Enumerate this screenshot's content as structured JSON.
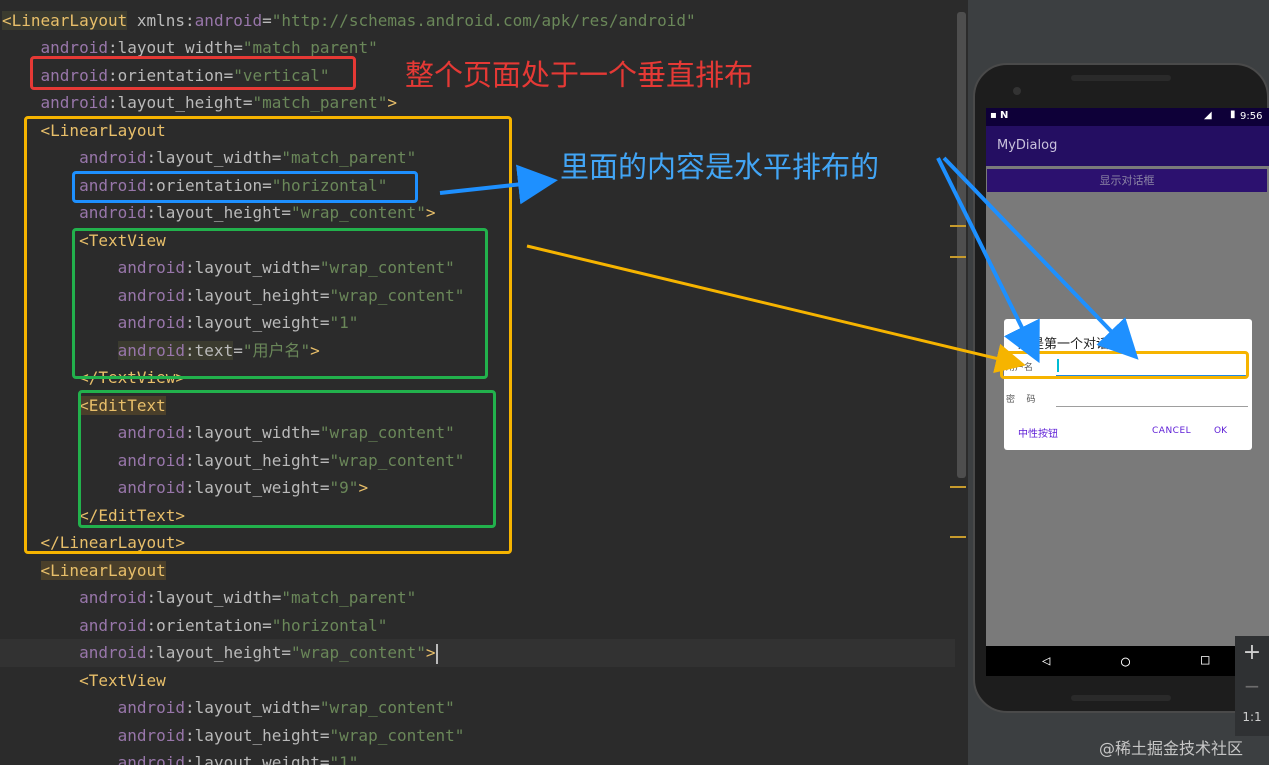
{
  "editor": {
    "lines": [
      {
        "indent": "",
        "open": "<LinearLayout",
        "rest_ns": "",
        "rest_attr": "",
        "plain": " xmlns:",
        "ns2": "android",
        "eq": "=",
        "val": "\"http://schemas.android.com/apk/res/android\"",
        "close": ""
      },
      {
        "indent": "    ",
        "ns": "android",
        "attr": ":layout_width",
        "eq": "=",
        "val": "\"match_parent\""
      },
      {
        "indent": "    ",
        "ns": "android",
        "attr": ":orientation",
        "eq": "=",
        "val": "\"vertical\""
      },
      {
        "indent": "    ",
        "ns": "android",
        "attr": ":layout_height",
        "eq": "=",
        "val": "\"match_parent\"",
        "close": ">"
      },
      {
        "indent": "    ",
        "tag": "<LinearLayout"
      },
      {
        "indent": "        ",
        "ns": "android",
        "attr": ":layout_width",
        "eq": "=",
        "val": "\"match_parent\""
      },
      {
        "indent": "        ",
        "ns": "android",
        "attr": ":orientation",
        "eq": "=",
        "val": "\"horizontal\""
      },
      {
        "indent": "        ",
        "ns": "android",
        "attr": ":layout_height",
        "eq": "=",
        "val": "\"wrap_content\"",
        "close": ">"
      },
      {
        "indent": "        ",
        "tag": "<TextView"
      },
      {
        "indent": "            ",
        "ns": "android",
        "attr": ":layout_width",
        "eq": "=",
        "val": "\"wrap_content\""
      },
      {
        "indent": "            ",
        "ns": "android",
        "attr": ":layout_height",
        "eq": "=",
        "val": "\"wrap_content\""
      },
      {
        "indent": "            ",
        "ns": "android",
        "attr": ":layout_weight",
        "eq": "=",
        "val": "\"1\""
      },
      {
        "indent": "            ",
        "ns": "android",
        "attr": ":text",
        "eq": "=",
        "val": "\"用户名\"",
        "close": ">"
      },
      {
        "indent": "        ",
        "tag": "</TextView>"
      },
      {
        "indent": "        ",
        "tag": "<EditText"
      },
      {
        "indent": "            ",
        "ns": "android",
        "attr": ":layout_width",
        "eq": "=",
        "val": "\"wrap_content\""
      },
      {
        "indent": "            ",
        "ns": "android",
        "attr": ":layout_height",
        "eq": "=",
        "val": "\"wrap_content\""
      },
      {
        "indent": "            ",
        "ns": "android",
        "attr": ":layout_weight",
        "eq": "=",
        "val": "\"9\"",
        "close": ">"
      },
      {
        "indent": "        ",
        "tag": "</EditText>"
      },
      {
        "indent": "    ",
        "tag": "</LinearLayout>"
      },
      {
        "indent": "    ",
        "tag": "<LinearLayout"
      },
      {
        "indent": "        ",
        "ns": "android",
        "attr": ":layout_width",
        "eq": "=",
        "val": "\"match_parent\""
      },
      {
        "indent": "        ",
        "ns": "android",
        "attr": ":orientation",
        "eq": "=",
        "val": "\"horizontal\""
      },
      {
        "indent": "        ",
        "ns": "android",
        "attr": ":layout_height",
        "eq": "=",
        "val": "\"wrap_content\"",
        "close": ">"
      },
      {
        "indent": "        ",
        "tag": "<TextView"
      },
      {
        "indent": "            ",
        "ns": "android",
        "attr": ":layout_width",
        "eq": "=",
        "val": "\"wrap_content\""
      },
      {
        "indent": "            ",
        "ns": "android",
        "attr": ":layout_height",
        "eq": "=",
        "val": "\"wrap_content\""
      },
      {
        "indent": "            ",
        "ns": "android",
        "attr": ":layout_weight",
        "eq": "=",
        "val": "\"1\""
      }
    ]
  },
  "annotations": {
    "vertical_note": "整个页面处于一个垂直排布",
    "horizontal_note": "里面的内容是水平排布的",
    "colors": {
      "red": "#e53935",
      "yellow": "#f6b400",
      "blue": "#1e90ff",
      "green": "#22b14c"
    }
  },
  "phone": {
    "status_time": "9:56",
    "app_title": "MyDialog",
    "show_button": "显示对话框",
    "dialog": {
      "title": "这是第一个对话框",
      "username_label": "用户名",
      "password_label": "密    码",
      "neutral_button": "中性按钮",
      "cancel_button": "CANCEL",
      "ok_button": "OK"
    }
  },
  "zoom": {
    "plus": "+",
    "minus": "−",
    "ratio": "1:1"
  },
  "watermark": "@稀土掘金技术社区"
}
